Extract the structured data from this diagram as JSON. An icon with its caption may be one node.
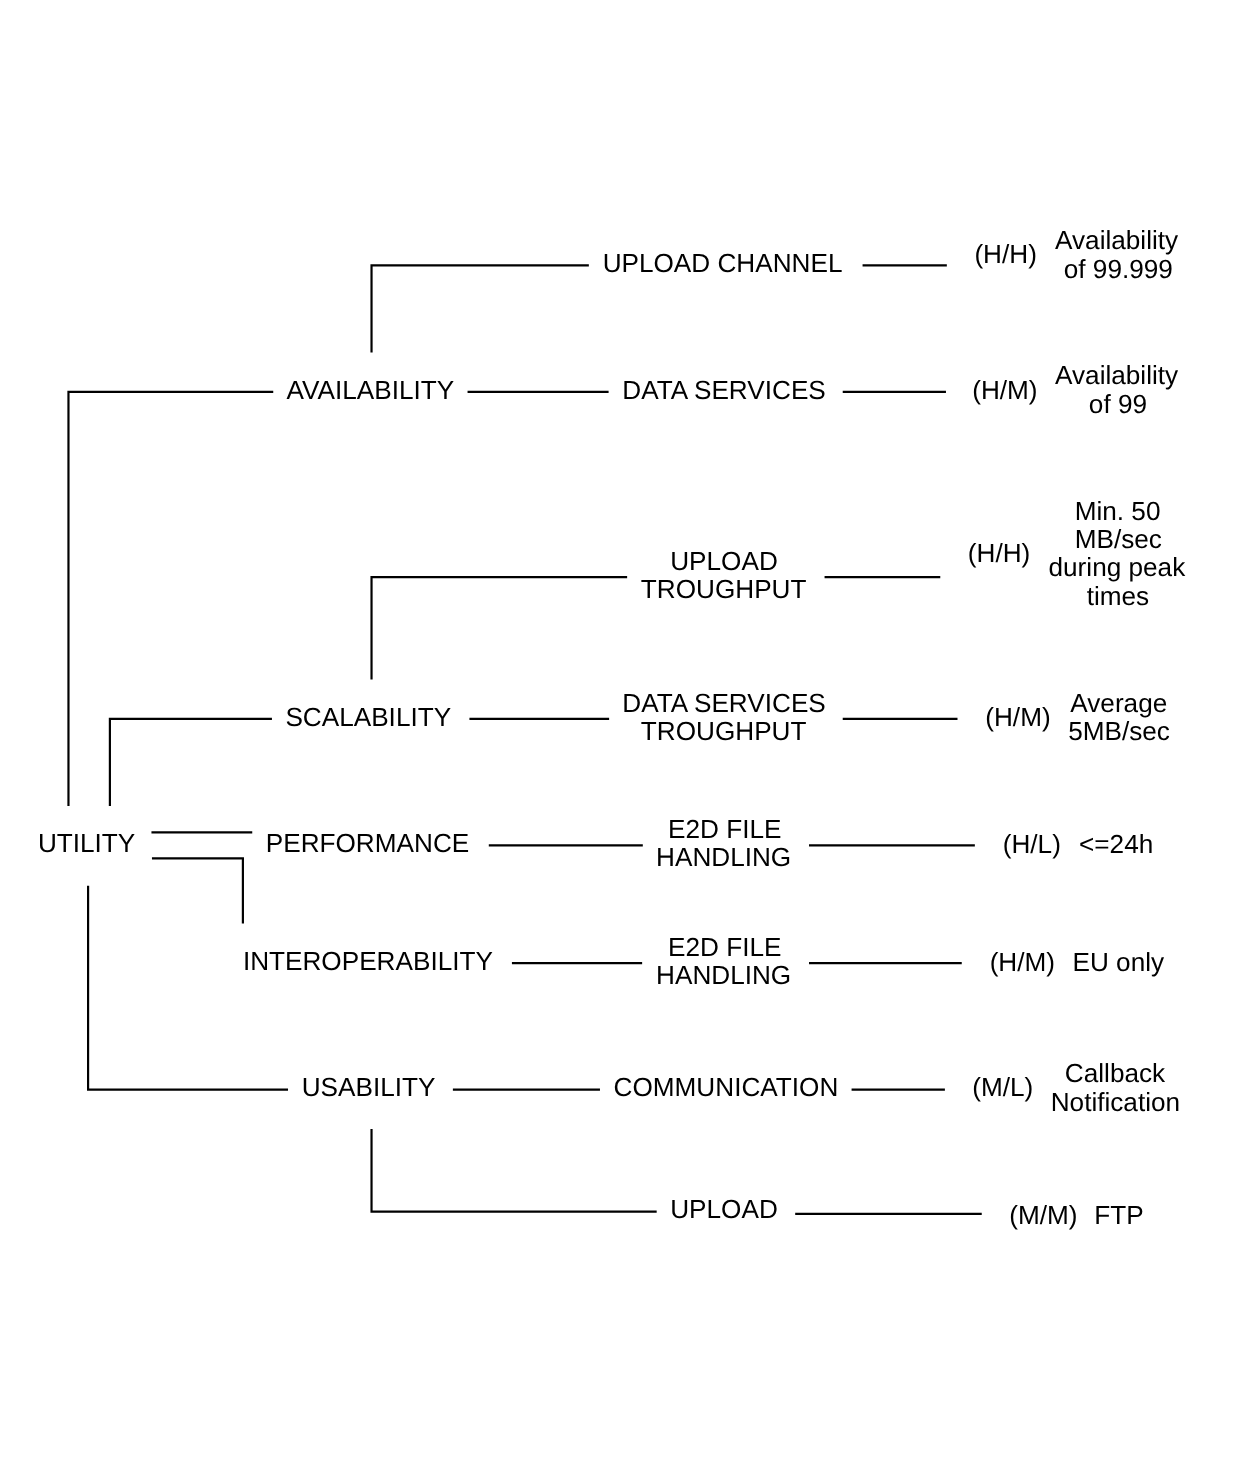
{
  "diagram": {
    "nodes": [
      {
        "text": [
          "UTILITY"
        ]
      },
      {
        "text": [
          "AVAILABILITY"
        ]
      },
      {
        "text": [
          "UPLOAD CHANNEL"
        ]
      },
      {
        "text": [
          "(H/H)"
        ],
        "beside": [
          "Availability of 99.999"
        ]
      },
      {
        "text": [
          "DATA SERVICES"
        ]
      },
      {
        "text": [
          "(H/M)"
        ],
        "beside": [
          "Availability of 99"
        ]
      },
      {
        "text": [
          "SCALABILITY"
        ]
      },
      {
        "text": [
          "UPLOAD TROUGHPUT"
        ]
      },
      {
        "text": [
          "(H/H)"
        ],
        "beside": [
          "Min. 50 MB/sec during peak times"
        ]
      },
      {
        "text": [
          "DATA SERVICES TROUGHPUT"
        ]
      },
      {
        "text": [
          "(H/M)"
        ],
        "beside": [
          "Average 5MB/sec"
        ]
      },
      {
        "text": [
          "PERFORMANCE"
        ]
      },
      {
        "text": [
          "E2D FILE HANDLING"
        ]
      },
      {
        "text": [
          "(H/L)"
        ],
        "beside": [
          "<=24h"
        ]
      },
      {
        "text": [
          "INTEROPERABILITY"
        ]
      },
      {
        "text": [
          "E2D FILE HANDLING"
        ]
      },
      {
        "text": [
          "(H/M)"
        ],
        "beside": [
          "EU only"
        ]
      },
      {
        "text": [
          "USABILITY"
        ]
      },
      {
        "text": [
          "COMMUNICATION"
        ]
      },
      {
        "text": [
          "(M/L)"
        ],
        "beside": [
          "Callback Notification"
        ]
      },
      {
        "text": [
          "UPLOAD"
        ]
      },
      {
        "text": [
          "(M/M)"
        ],
        "beside": [
          "FTP"
        ]
      }
    ],
    "edges": [
      {
        "from": 0,
        "to": 1,
        "arrow": "none"
      },
      {
        "from": 1,
        "to": 2,
        "arrow": "none"
      },
      {
        "from": 2,
        "to": 3,
        "arrow": "none"
      },
      {
        "from": 1,
        "to": 4,
        "arrow": "none"
      },
      {
        "from": 4,
        "to": 5,
        "arrow": "none"
      },
      {
        "from": 0,
        "to": 6,
        "arrow": "none"
      },
      {
        "from": 6,
        "to": 7,
        "arrow": "none"
      },
      {
        "from": 7,
        "to": 8,
        "arrow": "none"
      },
      {
        "from": 6,
        "to": 9,
        "arrow": "none"
      },
      {
        "from": 9,
        "to": 10,
        "arrow": "none"
      },
      {
        "from": 0,
        "to": 11,
        "arrow": "none"
      },
      {
        "from": 11,
        "to": 12,
        "arrow": "none"
      },
      {
        "from": 12,
        "to": 13,
        "arrow": "none"
      },
      {
        "from": 0,
        "to": 14,
        "arrow": "none"
      },
      {
        "from": 14,
        "to": 15,
        "arrow": "none"
      },
      {
        "from": 15,
        "to": 16,
        "arrow": "none"
      },
      {
        "from": 0,
        "to": 17,
        "arrow": "none"
      },
      {
        "from": 17,
        "to": 18,
        "arrow": "none"
      },
      {
        "from": 18,
        "to": 19,
        "arrow": "none"
      },
      {
        "from": 17,
        "to": 20,
        "arrow": "none"
      },
      {
        "from": 20,
        "to": 21,
        "arrow": "none"
      }
    ]
  }
}
